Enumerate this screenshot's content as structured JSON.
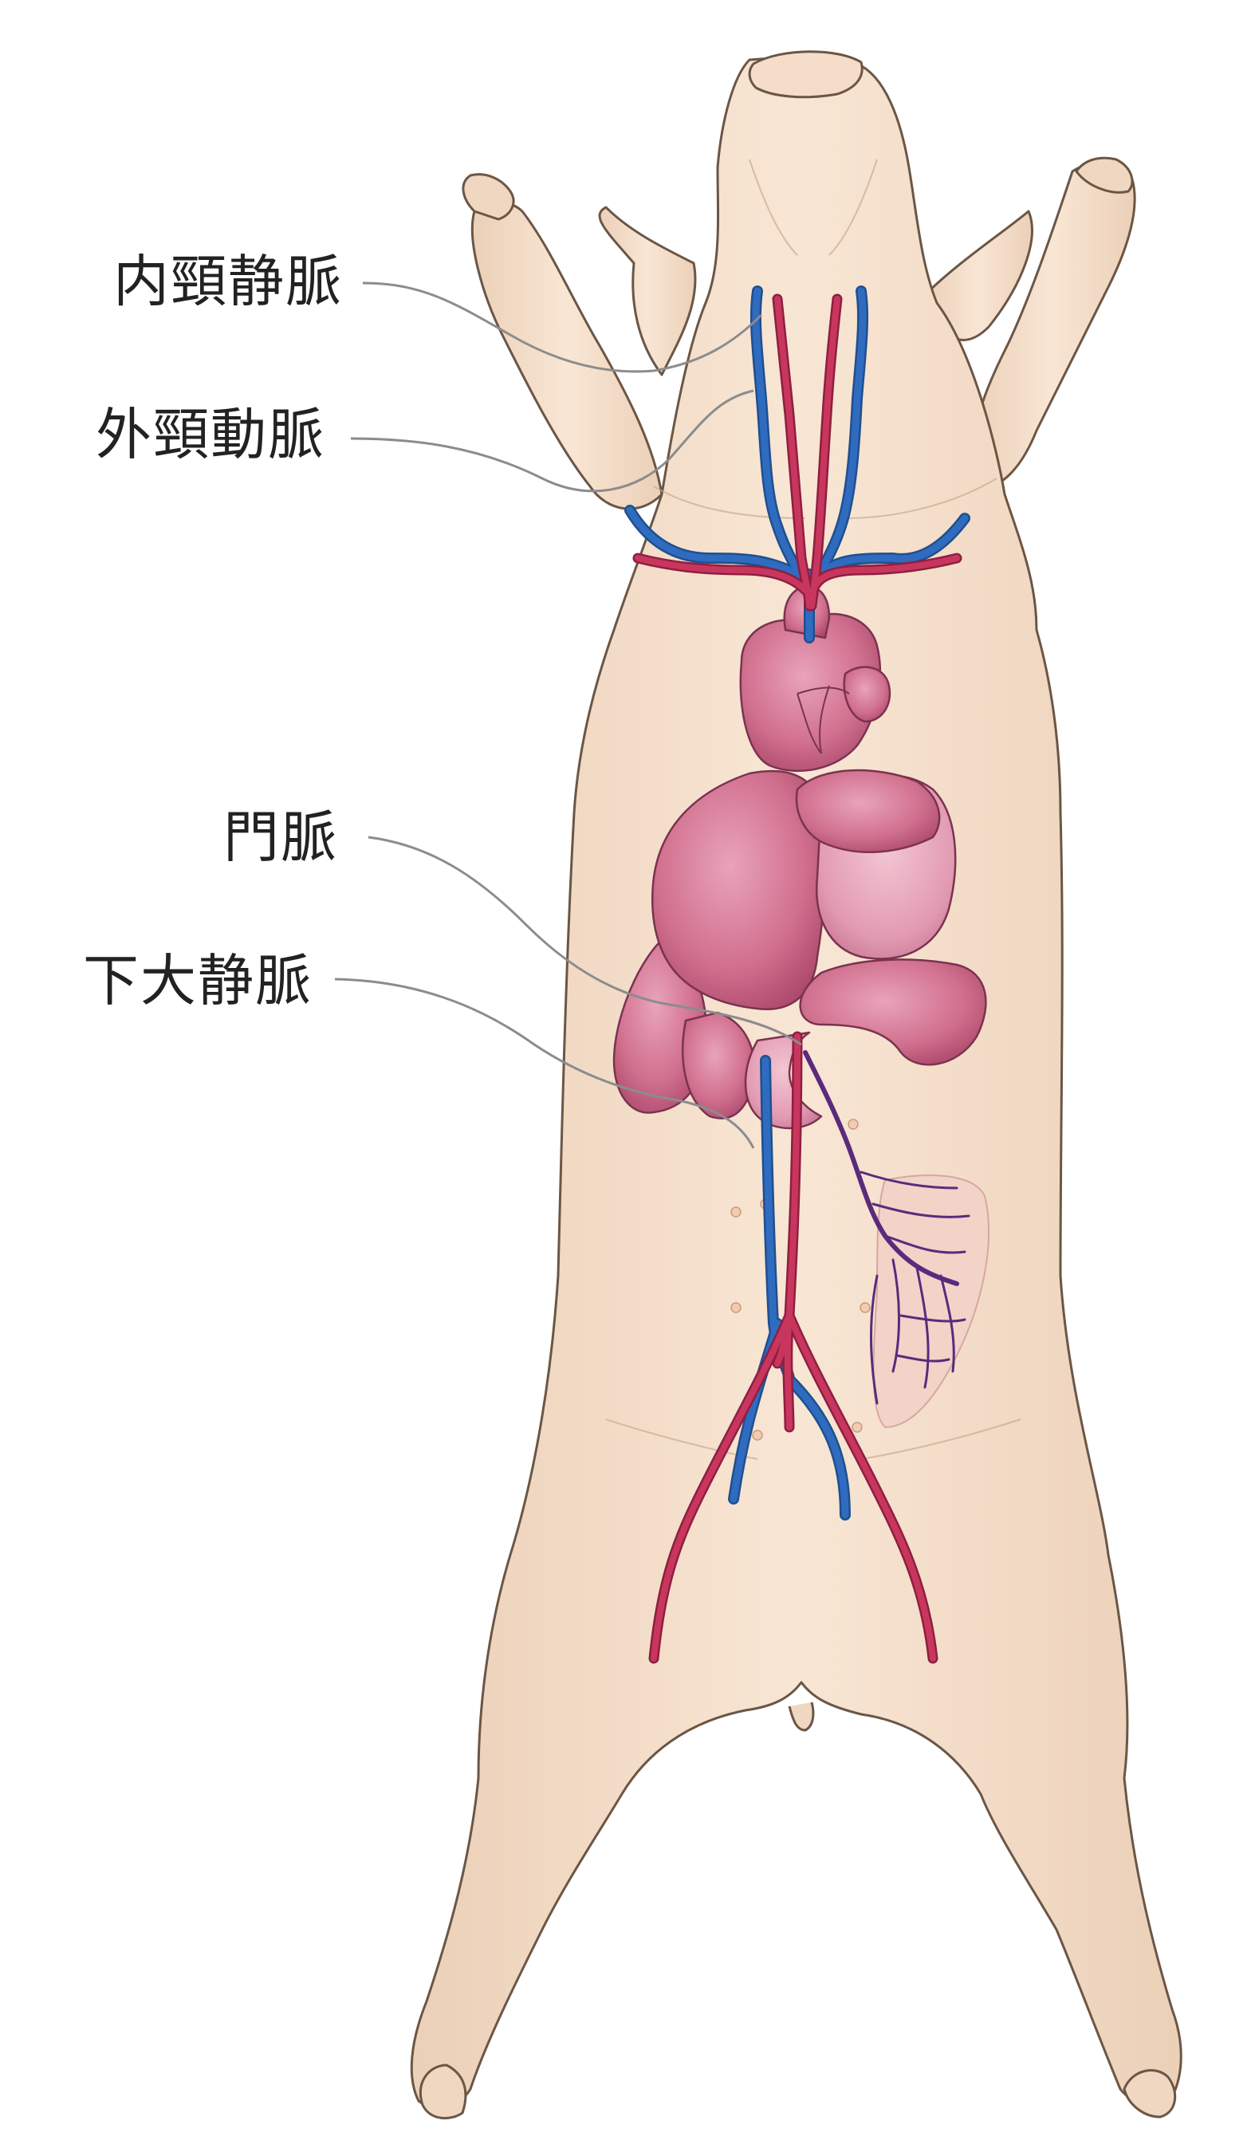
{
  "labels": {
    "internal_jugular_vein": "内頸静脈",
    "external_carotid_artery": "外頸動脈",
    "portal_vein": "門脈",
    "inferior_vena_cava": "下大静脈"
  },
  "colors": {
    "skin": "#f6e2cf",
    "skin_shadow": "#e6c8ae",
    "outline": "#6b5646",
    "artery": "#c8365e",
    "vein": "#2a62a8",
    "portal": "#6a2f8a",
    "organ": "#d1708f",
    "organ_dark": "#b34f71",
    "leader": "#8a8a8a"
  }
}
